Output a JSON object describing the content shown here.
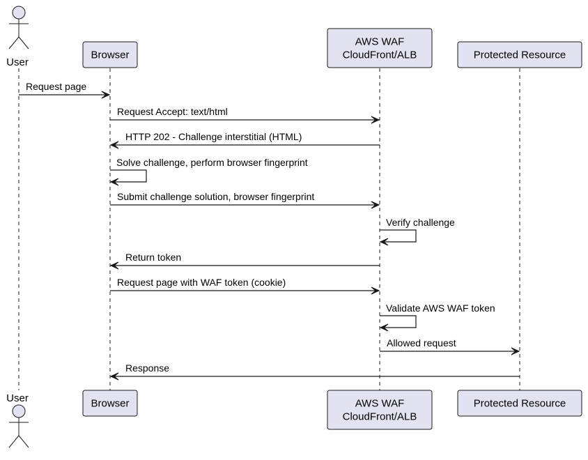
{
  "participants": [
    {
      "id": "user",
      "kind": "actor",
      "label": [
        "User"
      ]
    },
    {
      "id": "browser",
      "kind": "box",
      "label": [
        "Browser"
      ]
    },
    {
      "id": "waf",
      "kind": "box",
      "label": [
        "AWS WAF",
        "CloudFront/ALB"
      ]
    },
    {
      "id": "resource",
      "kind": "box",
      "label": [
        "Protected Resource"
      ]
    }
  ],
  "messages": [
    {
      "from": "user",
      "to": "browser",
      "label": "Request page"
    },
    {
      "from": "browser",
      "to": "waf",
      "label": "Request Accept: text/html"
    },
    {
      "from": "waf",
      "to": "browser",
      "label": "HTTP 202 - Challenge interstitial (HTML)"
    },
    {
      "from": "browser",
      "to": "browser",
      "label": "Solve challenge, perform browser fingerprint"
    },
    {
      "from": "browser",
      "to": "waf",
      "label": "Submit challenge solution, browser fingerprint"
    },
    {
      "from": "waf",
      "to": "waf",
      "label": "Verify challenge"
    },
    {
      "from": "waf",
      "to": "browser",
      "label": "Return token"
    },
    {
      "from": "browser",
      "to": "waf",
      "label": "Request page with WAF token (cookie)"
    },
    {
      "from": "waf",
      "to": "waf",
      "label": "Validate AWS WAF token"
    },
    {
      "from": "waf",
      "to": "resource",
      "label": "Allowed request"
    },
    {
      "from": "resource",
      "to": "browser",
      "label": "Response"
    }
  ],
  "colors": {
    "box_fill": "#e2e2f0",
    "box_stroke": "#181818",
    "lifeline": "#181818",
    "arrow": "#181818",
    "text": "#000000"
  }
}
